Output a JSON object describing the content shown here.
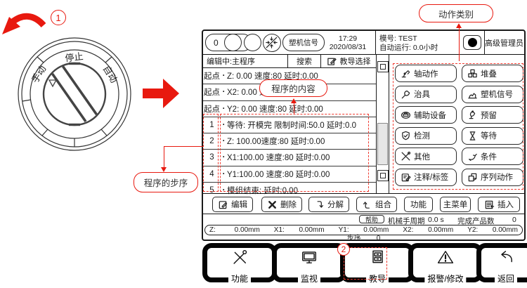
{
  "annotations": {
    "action_category": "动作类别",
    "program_content": "程序的内容",
    "program_steps": "程序的步序",
    "marker_1": "1",
    "marker_2": "2"
  },
  "dial": {
    "manual": "手动",
    "stop": "停止",
    "auto": "自动"
  },
  "panel": {
    "header": {
      "counter": "0",
      "signal_label": "塑机信号",
      "time": "17:29",
      "date": "2020/08/31",
      "mold": "模号: TEST",
      "runtime": "自动运行: 0.0小时",
      "role": "高级管理员"
    },
    "editbar": {
      "editing": "编辑中:主程序",
      "search": "搜索",
      "teach_select": "教导选择"
    },
    "program": {
      "bullet": "·",
      "rows": [
        {
          "step": "起点",
          "text": "Z: 0.00 速度:80  延时:0.00"
        },
        {
          "step": "起点",
          "text": "X2: 0.00 速度:80  延时:0.00"
        },
        {
          "step": "起点",
          "text": "Y2: 0.00 速度:80  延时:0.00"
        },
        {
          "step": "1",
          "text": "等待: 开模完 限制时间:50.0 延时:0.0"
        },
        {
          "step": "2",
          "text": "Z: 100.00速度:80 延时:0.00"
        },
        {
          "step": "3",
          "text": "X1:100.00 速度:80 延时:0.00"
        },
        {
          "step": "4",
          "text": "Y1:100.00 速度:80 延时:0.00"
        },
        {
          "step": "5",
          "text": "模组结束: 延时:0.00"
        }
      ]
    },
    "actions": [
      {
        "label": "轴动作"
      },
      {
        "label": "堆叠"
      },
      {
        "label": "治具"
      },
      {
        "label": "塑机信号"
      },
      {
        "label": "辅助设备"
      },
      {
        "label": "预留"
      },
      {
        "label": "检测"
      },
      {
        "label": "等待"
      },
      {
        "label": "其他"
      },
      {
        "label": "条件"
      },
      {
        "label": "注释/标签"
      },
      {
        "label": "序列动作"
      }
    ],
    "toolbar": [
      {
        "label": "编辑"
      },
      {
        "label": "删除"
      },
      {
        "label": "分解"
      },
      {
        "label": "组合"
      },
      {
        "label": "功能"
      },
      {
        "label": "主菜单"
      },
      {
        "label": "插入"
      }
    ],
    "status": {
      "help": "帮助",
      "cycle_label": "机械手周期",
      "cycle_value": "0.0 s",
      "products_label": "完成产品数",
      "products_value": "0",
      "step_label": "步序",
      "step_value": "0",
      "coords": [
        {
          "label": "Z:",
          "value": "0.00mm"
        },
        {
          "label": "X1:",
          "value": "0.00mm"
        },
        {
          "label": "Y1:",
          "value": "0.00mm"
        },
        {
          "label": "X2:",
          "value": "0.00mm"
        },
        {
          "label": "Y2:",
          "value": "0.00mm"
        }
      ]
    }
  },
  "bottom_bar": [
    {
      "label": "功能"
    },
    {
      "label": "监视"
    },
    {
      "label": "教导"
    },
    {
      "label": "报警/修改"
    },
    {
      "label": "返回"
    }
  ],
  "colors": {
    "accent_red": "#e8190f",
    "border_dark": "#1a1a1a"
  }
}
